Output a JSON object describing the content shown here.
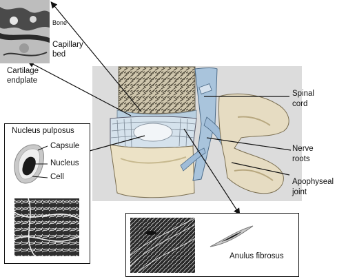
{
  "labels": {
    "bone": "Bone",
    "capillary_bed_line1": "Capillary",
    "capillary_bed_line2": "bed",
    "cartilage_endplate_line1": "Cartilage",
    "cartilage_endplate_line2": "endplate",
    "spinal_cord_line1": "Spinal",
    "spinal_cord_line2": "cord",
    "nerve_roots_line1": "Nerve",
    "nerve_roots_line2": "roots",
    "apophyseal_joint_line1": "Apophyseal",
    "apophyseal_joint_line2": "joint",
    "anulus_fibrosus": "Anulus fibrosus"
  },
  "nucleus_box": {
    "title": "Nucleus pulposus",
    "capsule": "Capsule",
    "nucleus": "Nucleus",
    "cell": "Cell"
  },
  "colors": {
    "bone": "#e6dcc2",
    "vertebral_body": "#efe5c9",
    "disc_blue": "#a9c4dc",
    "nerve_blue": "#9fbcd8",
    "cell_outer": "#c9c9c9",
    "nucleus_dark": "#1a1a1a"
  }
}
